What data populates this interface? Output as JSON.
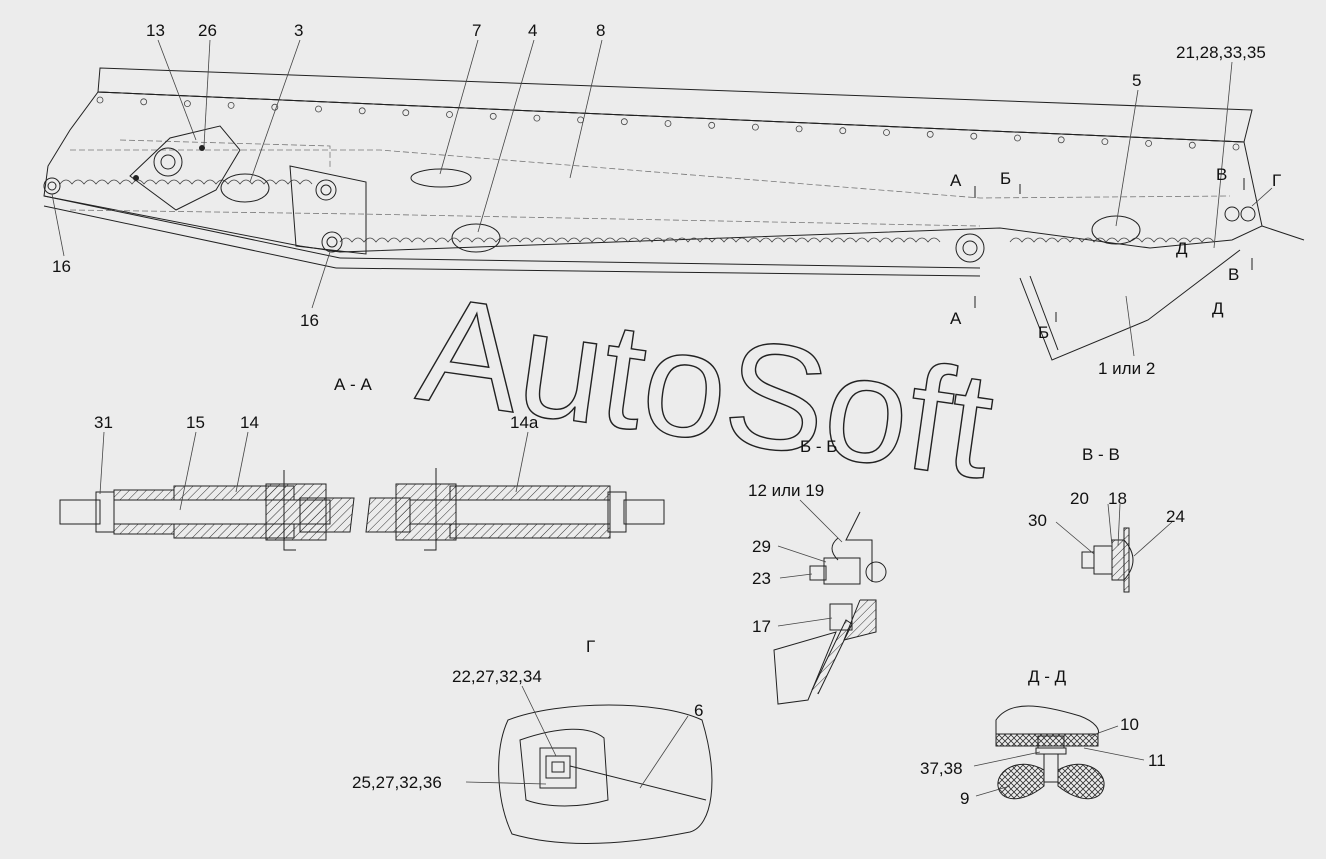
{
  "callouts": {
    "c13": "13",
    "c26": "26",
    "c3": "3",
    "c7": "7",
    "c4": "4",
    "c8": "8",
    "c5": "5",
    "c21": "21,28,33,35",
    "c16a": "16",
    "c16b": "16",
    "c1or2": "1 или 2",
    "c31": "31",
    "c15": "15",
    "c14": "14",
    "c14a": "14а",
    "c12": "12 или 19",
    "c29": "29",
    "c23": "23",
    "c17": "17",
    "c30": "30",
    "c20": "20",
    "c18": "18",
    "c24": "24",
    "c22": "22,27,32,34",
    "c25": "25,27,32,36",
    "c6": "6",
    "c10": "10",
    "c11": "11",
    "c37": "37,38",
    "c9": "9"
  },
  "sections": {
    "aa": "А - А",
    "bb": "Б - Б",
    "vv": "В - В",
    "g": "Г",
    "dd": "Д - Д"
  },
  "markers": {
    "a_top": "А",
    "a_bot": "А",
    "b_top": "Б",
    "b_bot": "Б",
    "v_top": "В",
    "v_bot": "В",
    "g": "Г",
    "d_top": "Д",
    "d_bot": "Д"
  },
  "watermark": "AutoSoft"
}
